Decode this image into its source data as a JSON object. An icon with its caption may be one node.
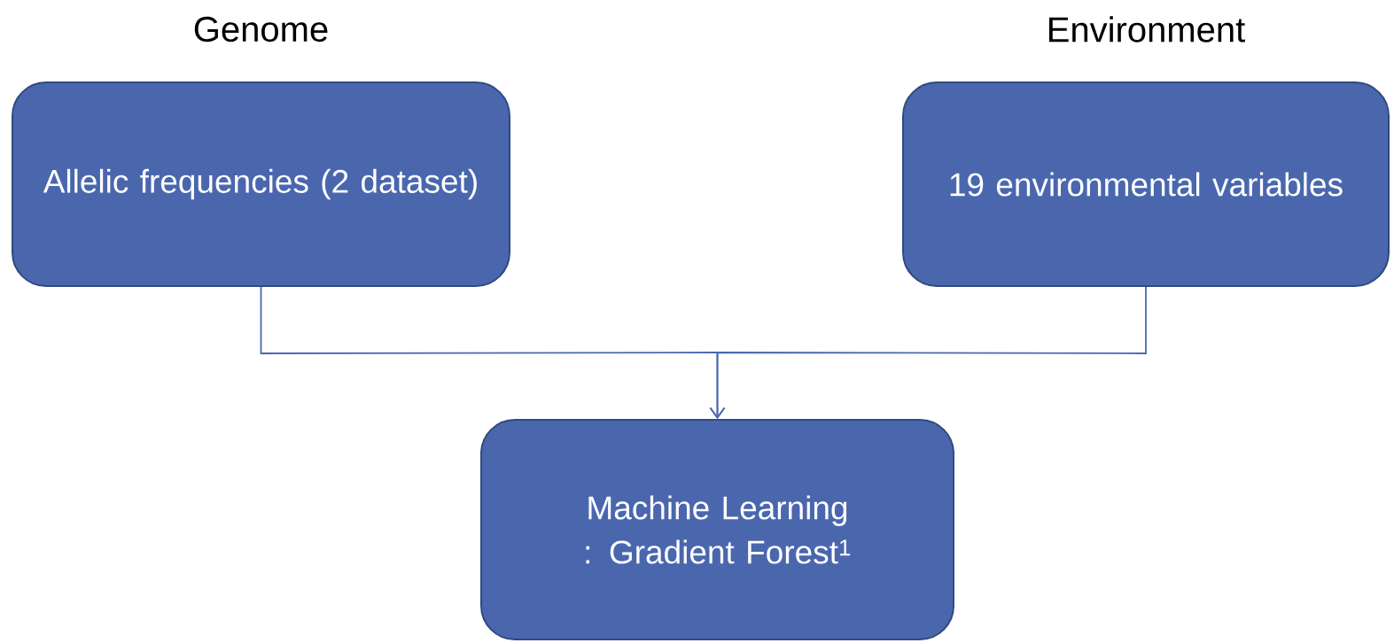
{
  "diagram": {
    "nodes": [
      {
        "text": [
          "Genome",
          "Allelic frequencies (2 dataset)"
        ]
      },
      {
        "text": [
          "Environment",
          "19 environmental variables"
        ]
      },
      {
        "text": [
          "Machine Learning : Gradient Forest$^{1}$"
        ]
      }
    ],
    "edges": [
      {
        "from": 0,
        "to": 2,
        "arrow": "to"
      },
      {
        "from": 1,
        "to": 2,
        "arrow": "to"
      }
    ]
  }
}
